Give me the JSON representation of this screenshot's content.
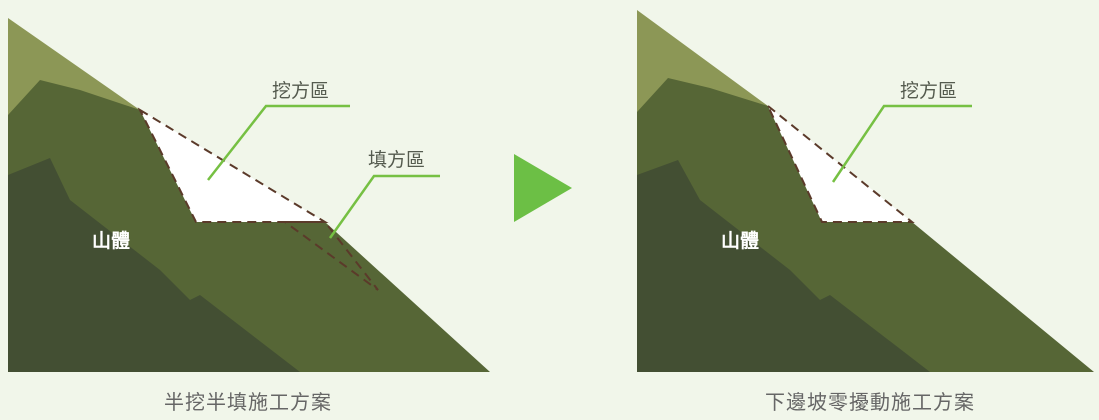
{
  "panels": [
    {
      "mass_label": "山體",
      "cut_label": "挖方區",
      "fill_label": "填方區",
      "caption": "半挖半填施工方案"
    },
    {
      "mass_label": "山體",
      "cut_label": "挖方區",
      "caption": "下邊坡零擾動施工方案"
    }
  ],
  "colors": {
    "background": "#f1f6ea",
    "topsoil": "#8c9756",
    "slope_mid": "#566636",
    "slope_dark": "#434f33",
    "callout_line": "#76c043",
    "cut_outline": "#5b3a2a",
    "arrow": "#6cbf45"
  },
  "icons": {
    "arrow": "play-arrow-icon"
  }
}
